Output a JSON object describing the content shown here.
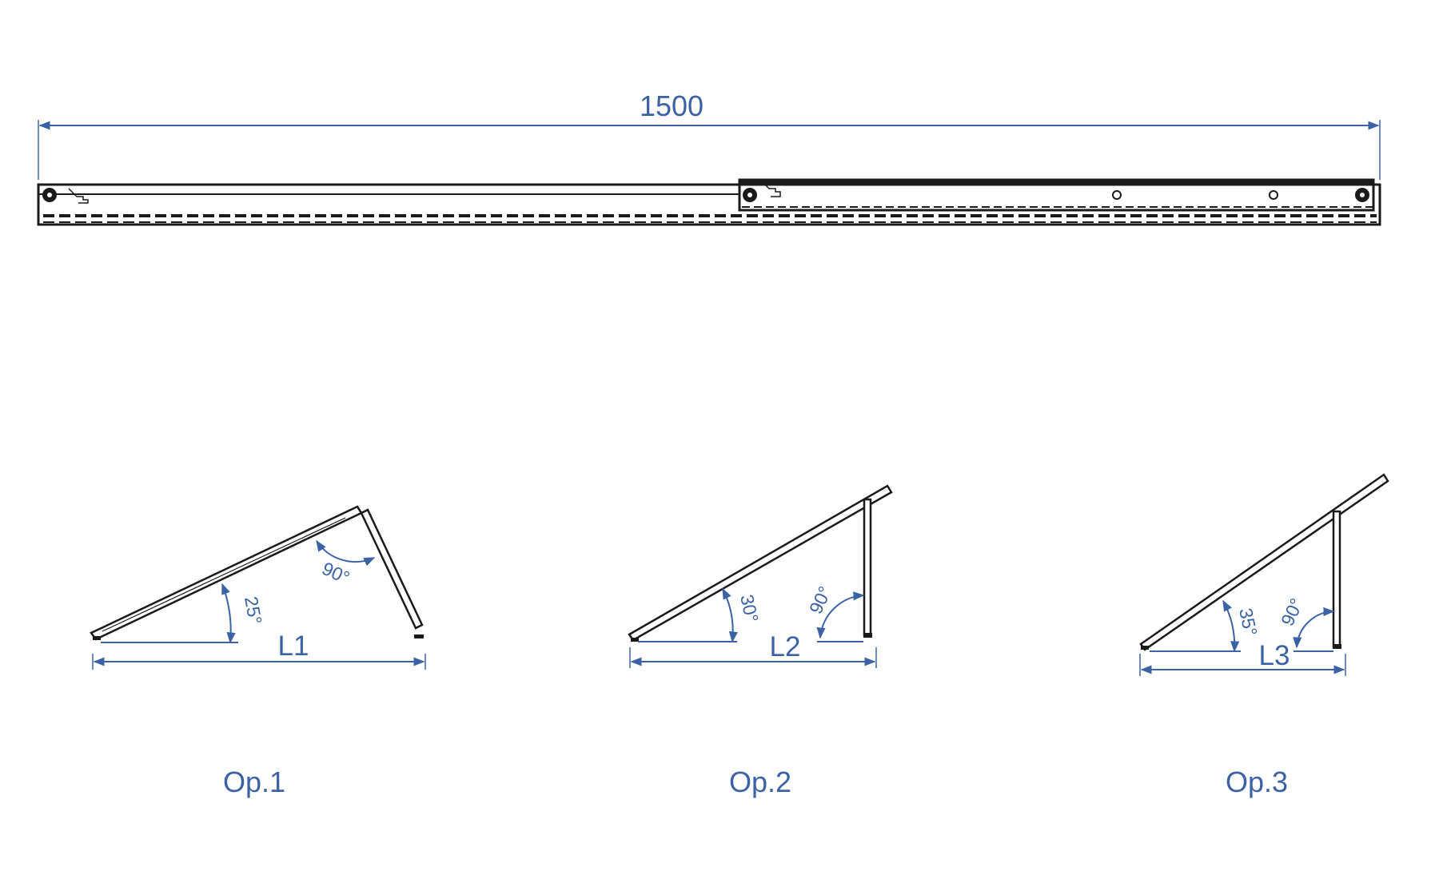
{
  "overall_dimension": "1500",
  "options": [
    {
      "caption": "Op.1",
      "length_label": "L1",
      "tilt_angle": "25°",
      "right_angle": "90°"
    },
    {
      "caption": "Op.2",
      "length_label": "L2",
      "tilt_angle": "30°",
      "right_angle": "90°"
    },
    {
      "caption": "Op.3",
      "length_label": "L3",
      "tilt_angle": "35°",
      "right_angle": "90°"
    }
  ],
  "colors": {
    "dimension": "#3c62a6",
    "line": "#1a1a1a"
  }
}
